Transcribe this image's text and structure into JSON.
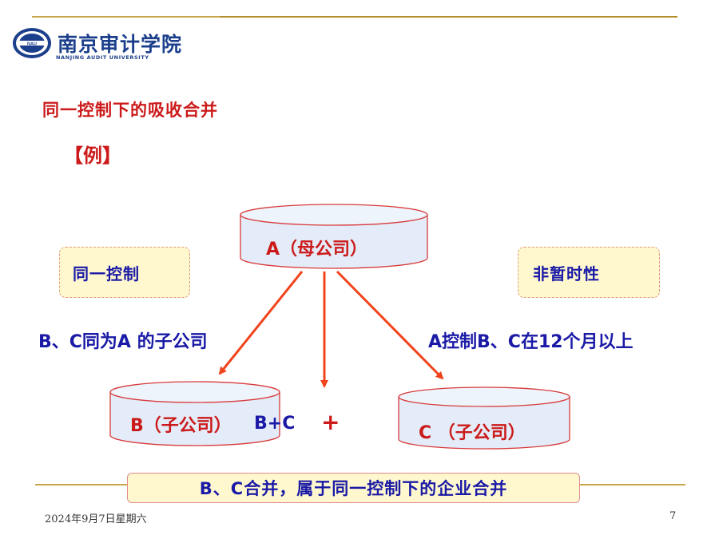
{
  "header": {
    "logo_cn": "南京审计学院",
    "logo_en": "NANJING AUDIT UNIVERSITY",
    "accent_color": "#c9a64a"
  },
  "slide": {
    "title": "同一控制下的吸收合并",
    "example": "【例】",
    "note_left": "同一控制",
    "note_right": "非暂时性",
    "text_left": "B、C同为A 的子公司",
    "text_right": "A控制B、C在12个月以上",
    "cyl_a": "A（母公司）",
    "cyl_b": "B（子公司）",
    "cyl_b_result": "B+C",
    "plus": "+",
    "cyl_c": "C  （子公司）",
    "banner": "B、C合并，属于同一控制下的企业合并"
  },
  "footer": {
    "date": "2024年9月7日星期六",
    "page": "7"
  },
  "colors": {
    "red": "#cc1a1a",
    "blue": "#1a1aa6",
    "cylinder_fill": "#e3ecf8",
    "cylinder_stroke": "#d93a3a",
    "arrow": "#f0441c"
  }
}
